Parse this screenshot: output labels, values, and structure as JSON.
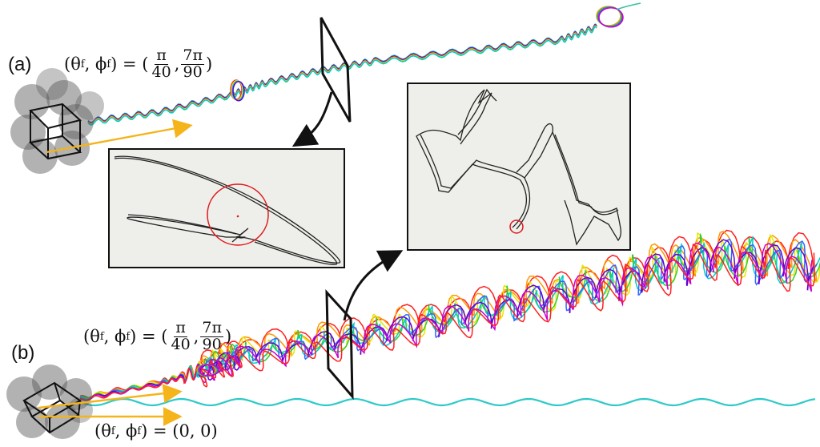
{
  "panels": {
    "a": {
      "label": "(a)"
    },
    "b": {
      "label": "(b)"
    }
  },
  "equations": {
    "eq_a": {
      "lhs": "(θ",
      "sub": "f",
      "mid": ", ϕ",
      "sub2": "f",
      "rel": ") = (",
      "f1_num": "π",
      "f1_den": "40",
      "comma": ",",
      "f2_num": "7π",
      "f2_den": "90",
      "close": ")"
    },
    "eq_b": {
      "lhs": "(θ",
      "sub": "f",
      "mid": ", ϕ",
      "sub2": "f",
      "rel": ") = (",
      "f1_num": "π",
      "f1_den": "40",
      "comma": ",",
      "f2_num": "7π",
      "f2_den": "90",
      "close": ")"
    },
    "eq_b0": {
      "text": "(θ",
      "sub": "f",
      "mid": ", ϕ",
      "sub2": "f",
      "rest": ") = (0, 0)"
    }
  },
  "colors": {
    "arrow": "#f4b41a",
    "inset_bg": "#eeeeea",
    "circle": "#e0181c",
    "cube_shade": "#555555",
    "wave": "#2ec9c9",
    "traj_palette": [
      "#ff2020",
      "#ff9900",
      "#e6e600",
      "#33cc33",
      "#00cccc",
      "#3366ff",
      "#6600cc",
      "#cc00cc"
    ]
  }
}
